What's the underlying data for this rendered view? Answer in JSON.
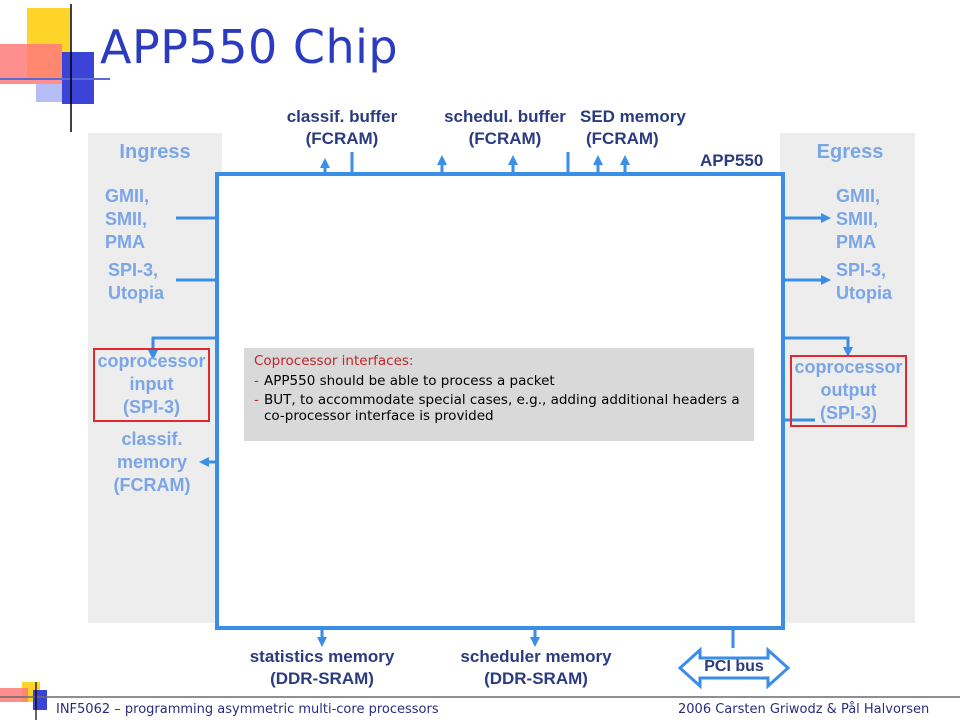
{
  "slide": {
    "title": "APP550 Chip",
    "chip_label": "APP550",
    "ingress": {
      "header": "Ingress",
      "ports1": [
        "GMII,",
        "SMII,",
        "PMA"
      ],
      "ports2": [
        "SPI-3,",
        "Utopia"
      ],
      "coproc": [
        "coprocessor",
        "input",
        "(SPI-3)"
      ],
      "classif_mem": [
        "classif.",
        "memory",
        "(FCRAM)"
      ]
    },
    "egress": {
      "header": "Egress",
      "ports1": [
        "GMII,",
        "SMII,",
        "PMA"
      ],
      "ports2": [
        "SPI-3,",
        "Utopia"
      ],
      "coproc": [
        "coprocessor",
        "output",
        "(SPI-3)"
      ]
    },
    "top": {
      "classif_buffer": [
        "classif. buffer",
        "(FCRAM)"
      ],
      "schedul_buffer": [
        "schedul. buffer",
        "(FCRAM)"
      ],
      "sed_memory": [
        "SED memory",
        "(FCRAM)"
      ]
    },
    "bottom": {
      "statistics": [
        "statistics memory",
        "(DDR-SRAM)"
      ],
      "scheduler": [
        "scheduler memory",
        "(DDR-SRAM)"
      ],
      "pci": "PCI bus"
    },
    "callout": {
      "heading": "Coprocessor interfaces:",
      "items": [
        "APP550 should be able to process a packet",
        "BUT, to accommodate special cases, e.g., adding additional headers a co-processor interface is provided"
      ]
    },
    "footer": {
      "course": "INF5062 – programming asymmetric multi-core processors",
      "authors": "2006  Carsten Griwodz & Pål Halvorsen"
    },
    "colors": {
      "title": "#2b3bbf",
      "chip_border": "#3a8ee6",
      "label_light": "#7aa6e8",
      "label_dark": "#2b3b7f",
      "highlight": "#e0282e"
    }
  }
}
